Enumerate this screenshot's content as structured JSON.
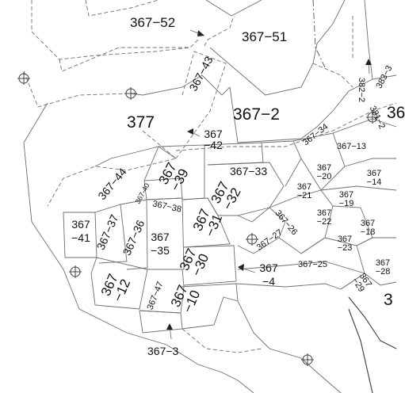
{
  "parcels": {
    "p36752": "367−52",
    "p36751": "367−51",
    "p36743": "367−43",
    "p377": "377",
    "p3672": "367−2",
    "p36742_a": "367",
    "p36742_b": "−42",
    "p36734": "367−34",
    "p36713": "367−13",
    "p36744": "367−44",
    "p36740": "367-40",
    "p36739_a": "367",
    "p36739_b": "−39",
    "p36733": "367−33",
    "p36732_a": "367",
    "p36732_b": "−32",
    "p36720_a": "367",
    "p36720_b": "−20",
    "p36714_a": "367",
    "p36714_b": "−14",
    "p36721_a": "367",
    "p36721_b": "−21",
    "p36719_a": "367",
    "p36719_b": "−19",
    "p36741_a": "367",
    "p36741_b": "−41",
    "p36737": "367−37",
    "p36736": "367−36",
    "p36738": "367−38",
    "p36735_a": "367",
    "p36735_b": "−35",
    "p36731_a": "367",
    "p36731_b": "−31",
    "p36726": "367−26",
    "p36722_a": "367",
    "p36722_b": "−22",
    "p36718_a": "367",
    "p36718_b": "−18",
    "p36727": "367−27",
    "p36723_a": "367",
    "p36723_b": "−23",
    "p36730_a": "367",
    "p36730_b": "−30",
    "p3674_a": "367",
    "p3674_b": "−4",
    "p36725": "367−25",
    "p36728_a": "367",
    "p36728_b": "−28",
    "p36729_a": "367",
    "p36729_b": "−29",
    "p36712_a": "367",
    "p36712_b": "−12",
    "p36747": "367−47",
    "p36710_a": "367",
    "p36710_b": "−10",
    "p3673": "367−3",
    "p3822": "382−2",
    "p3833": "383−3",
    "p3812": "381−2",
    "p3833_top": "383−3",
    "edge_36_a": "36",
    "edge_36_b": "3"
  }
}
